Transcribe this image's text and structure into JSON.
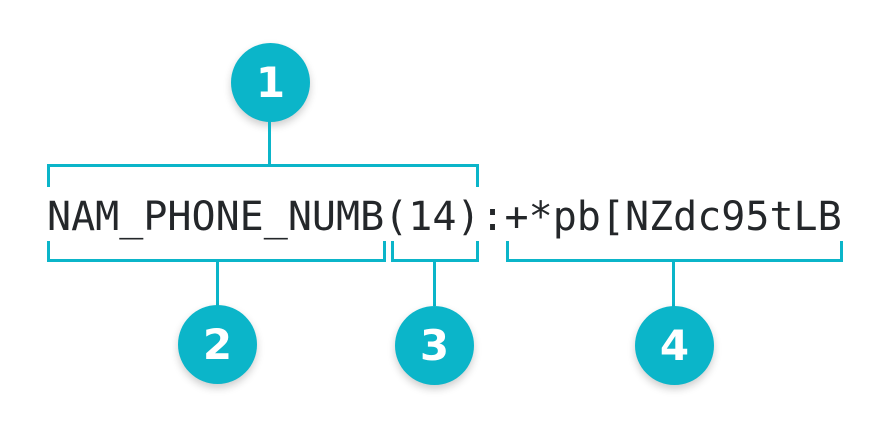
{
  "colors": {
    "accent": "#0bb5c9",
    "code_text": "#24272a",
    "badge_number": "#ffffff",
    "background": "#ffffff"
  },
  "code_line": {
    "text": "NAM_PHONE_NUMB(14):+*pb[NZdc95tLB"
  },
  "callouts": [
    {
      "number": "1",
      "spans_text": "NAM_PHONE_NUMB(14)",
      "bracket_side": "top"
    },
    {
      "number": "2",
      "spans_text": "NAM_PHONE_NUMB",
      "bracket_side": "bottom"
    },
    {
      "number": "3",
      "spans_text": "(14)",
      "bracket_side": "bottom"
    },
    {
      "number": "4",
      "spans_text": "+*pb[NZdc95tLB",
      "bracket_side": "bottom"
    }
  ]
}
